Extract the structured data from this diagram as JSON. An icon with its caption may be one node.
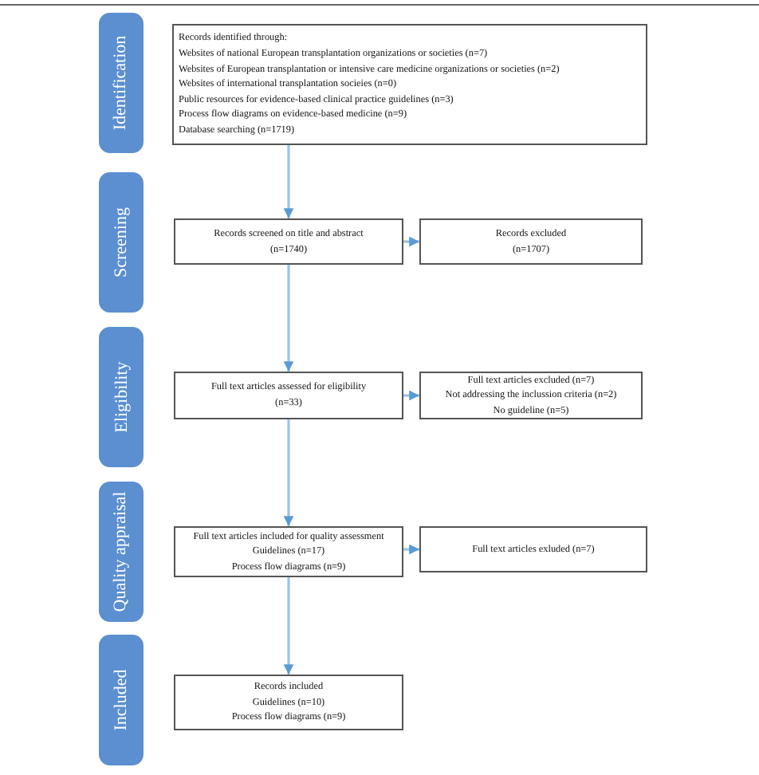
{
  "diagram": {
    "nodes": [
      {
        "text": [
          "Identification"
        ]
      },
      {
        "text": [
          "Records identified through:",
          "Websites of national European transplantation organizations or societies (n=7)",
          "Websites of European transplantation or intensive care medicine organizations or societies (n=2)",
          "Websites of international transplantation socieies (n=0)",
          "Public resources for evidence-based clinical practice guidelines (n=3)",
          "Process flow diagrams on evidence-based medicine (n=9)",
          "Database searching (n=1719)"
        ]
      },
      {
        "text": [
          "Screening"
        ]
      },
      {
        "text": [
          "Records screened on title and abstract",
          "(n=1740)"
        ]
      },
      {
        "text": [
          "Records excluded",
          "(n=1707)"
        ]
      },
      {
        "text": [
          "Eligibility"
        ]
      },
      {
        "text": [
          "Full text articles assessed for eligibility",
          "(n=33)"
        ]
      },
      {
        "text": [
          "Full text articles excluded (n=7)",
          "Not addressing the inclussion criteria (n=2)",
          "No guideline (n=5)"
        ]
      },
      {
        "text": [
          "Quality appraisal"
        ]
      },
      {
        "text": [
          "Full text articles included for quality assessment",
          "Guidelines (n=17)",
          "Process flow diagrams (n=9)"
        ]
      },
      {
        "text": [
          "Full text articles exluded (n=7)"
        ]
      },
      {
        "text": [
          "Included"
        ]
      },
      {
        "text": [
          "Records included",
          "Guidelines (n=10)",
          "Process flow diagrams (n=9)"
        ]
      }
    ],
    "edges": [
      {
        "from": 1,
        "to": 3,
        "arrow": "to"
      },
      {
        "from": 3,
        "to": 4,
        "arrow": "to"
      },
      {
        "from": 3,
        "to": 6,
        "arrow": "to"
      },
      {
        "from": 6,
        "to": 7,
        "arrow": "to"
      },
      {
        "from": 6,
        "to": 9,
        "arrow": "to"
      },
      {
        "from": 9,
        "to": 10,
        "arrow": "to"
      },
      {
        "from": 9,
        "to": 12,
        "arrow": "to"
      }
    ]
  }
}
